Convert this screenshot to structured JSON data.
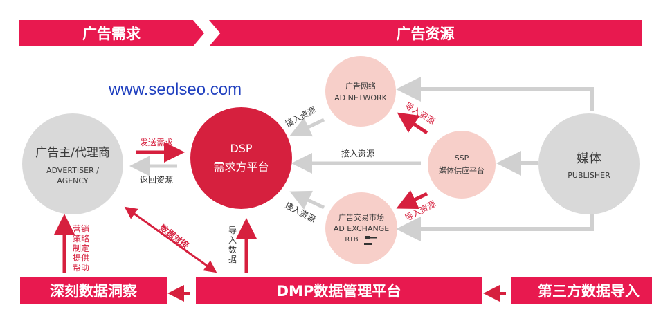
{
  "banners": {
    "demand": "广告需求",
    "resource": "广告资源",
    "insight": "深刻数据洞察",
    "dmp": "DMP数据管理平台",
    "third_party": "第三方数据导入"
  },
  "watermark": "www.seolseo.com",
  "nodes": {
    "advertiser": {
      "line1": "广告主/代理商",
      "line2": "ADVERTISER /",
      "line3": "AGENCY"
    },
    "dsp": {
      "line1": "DSP",
      "line2": "需求方平台"
    },
    "ad_network": {
      "line1": "广告网络",
      "line2": "AD NETWORK"
    },
    "ssp": {
      "line1": "SSP",
      "line2": "媒体供应平台"
    },
    "ad_exchange": {
      "line1": "广告交易市场",
      "line2": "AD EXCHANGE",
      "line3": "RTB"
    },
    "publisher": {
      "line1": "媒体",
      "line2": "PUBLISHER"
    }
  },
  "labels": {
    "send_demand": "发送需求",
    "return_resource": "返回资源",
    "access_resource_top": "接入资源",
    "access_resource_mid": "接入资源",
    "access_resource_bottom": "接入资源",
    "import_resource_top": "导入资源",
    "import_resource_bottom": "导入资源",
    "data_docking": "数据对接",
    "import_data": "导入数据",
    "marketing": "营销策略制定提供帮助"
  },
  "colors": {
    "accent": "#e8194f",
    "dsp_red": "#d6203e",
    "gray_node": "#d9d9d9",
    "pink_node": "#f7cfc9",
    "arrow_gray": "#d0d0d0"
  },
  "icons": {
    "gavel": "gavel-icon"
  }
}
